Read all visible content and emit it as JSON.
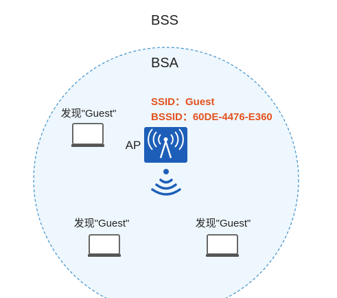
{
  "labels": {
    "bss": "BSS",
    "bsa": "BSA",
    "ap": "AP",
    "ssid": "SSID：Guest",
    "bssid": "BSSID：60DE-4476-E360"
  },
  "clients": [
    {
      "label": "发现\"Guest\""
    },
    {
      "label": "发现\"Guest\""
    },
    {
      "label": "发现\"Guest\""
    }
  ],
  "colors": {
    "circle_stroke": "#3d8fc9",
    "circle_fill": "#eef7fd",
    "ap_fill": "#1d5fb8",
    "signal": "#1d5fb8",
    "ssid_text": "#e3511e",
    "laptop_stroke": "#555555",
    "text": "#222222"
  },
  "icons": {
    "ap": "wifi-access-point-icon",
    "signal": "wifi-signal-icon",
    "laptop": "laptop-icon"
  }
}
